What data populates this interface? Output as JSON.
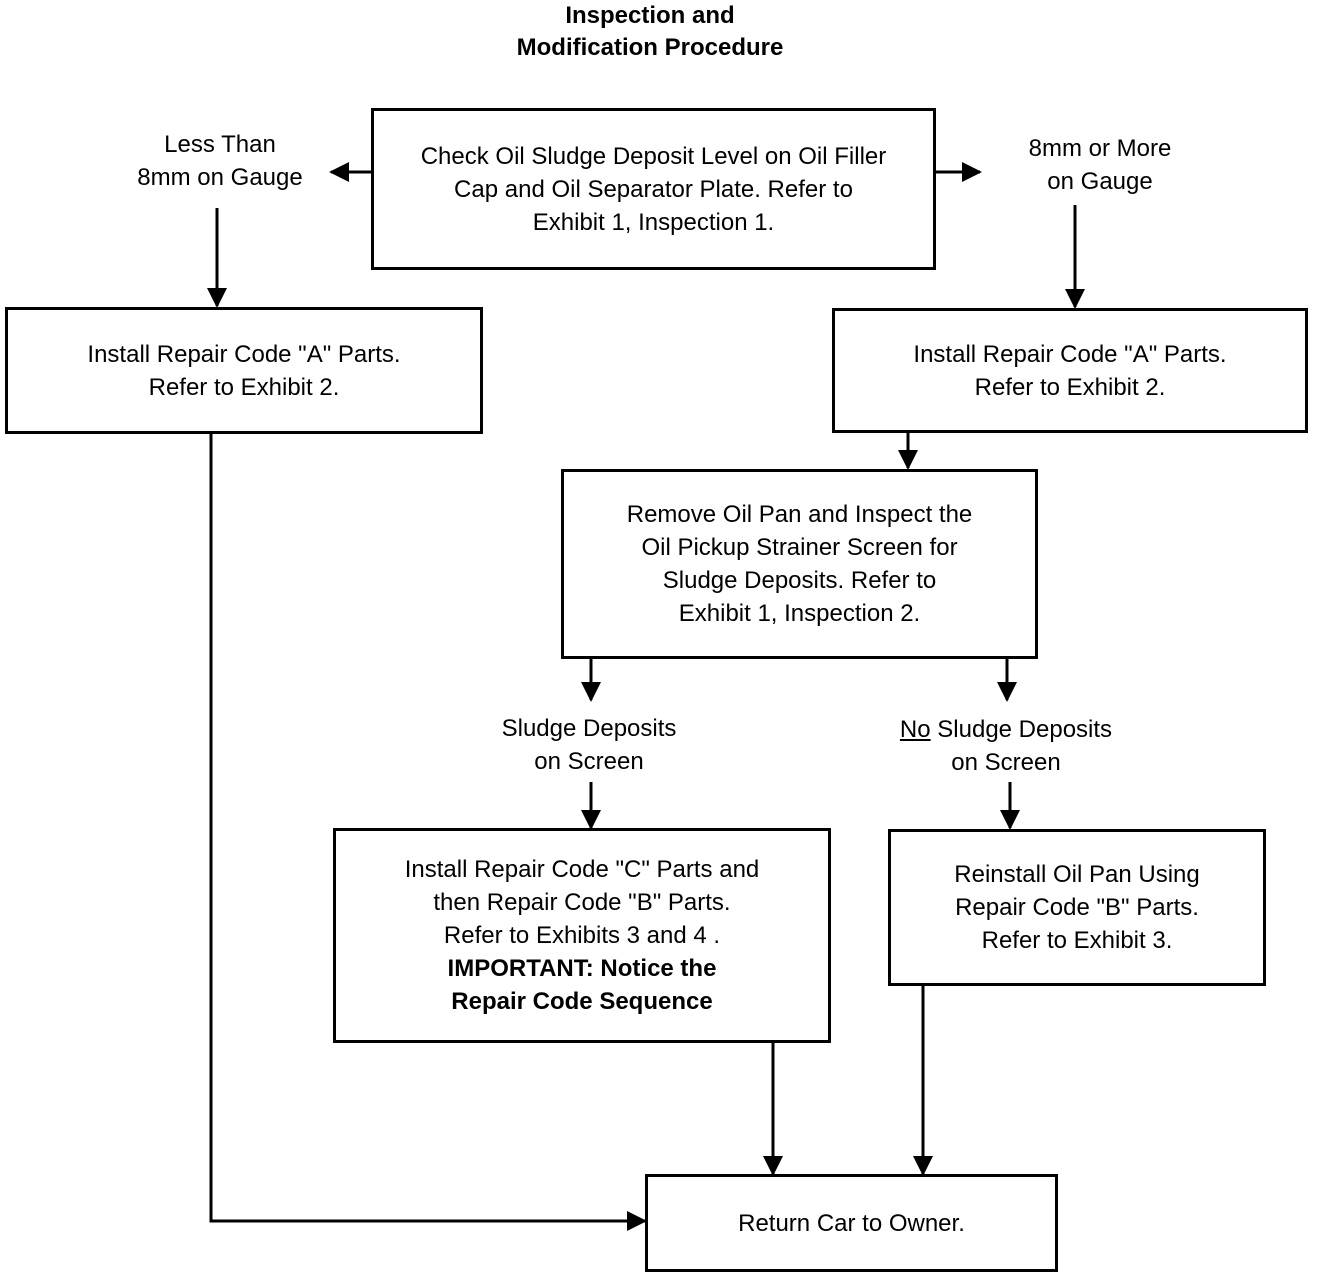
{
  "title": {
    "line1": "Inspection and",
    "line2": "Modification Procedure"
  },
  "nodes": {
    "check": {
      "lines": [
        "Check Oil Sludge Deposit Level on Oil Filler",
        "Cap and Oil Separator Plate.  Refer to",
        "Exhibit 1, Inspection 1."
      ]
    },
    "install_a_left": {
      "lines": [
        "Install Repair Code \"A\" Parts.",
        "Refer to Exhibit 2."
      ]
    },
    "install_a_right": {
      "lines": [
        "Install Repair Code \"A\" Parts.",
        "Refer to Exhibit 2."
      ]
    },
    "remove_pan": {
      "lines": [
        "Remove Oil Pan and Inspect the",
        "Oil Pickup Strainer Screen for",
        "Sludge Deposits.  Refer to",
        "Exhibit 1, Inspection 2."
      ]
    },
    "install_c_b": {
      "lines": [
        "Install Repair Code \"C\" Parts and",
        "then Repair Code \"B\" Parts.",
        "Refer to Exhibits 3 and 4 ."
      ],
      "important_lines": [
        "IMPORTANT: Notice the",
        "Repair Code Sequence"
      ]
    },
    "reinstall_pan": {
      "lines": [
        "Reinstall Oil Pan Using",
        "Repair Code \"B\" Parts.",
        "Refer to Exhibit 3."
      ]
    },
    "return_car": {
      "lines": [
        "Return Car to Owner."
      ]
    }
  },
  "edge_labels": {
    "less_than": [
      "Less Than",
      "8mm on Gauge"
    ],
    "more_than": [
      "8mm or More",
      "on Gauge"
    ],
    "sludge": [
      "Sludge Deposits",
      "on Screen"
    ],
    "no_sludge": {
      "no_word": "No",
      "rest_line1": " Sludge Deposits",
      "line2": "on Screen"
    }
  },
  "colors": {
    "line": "#000000",
    "background": "#ffffff"
  }
}
